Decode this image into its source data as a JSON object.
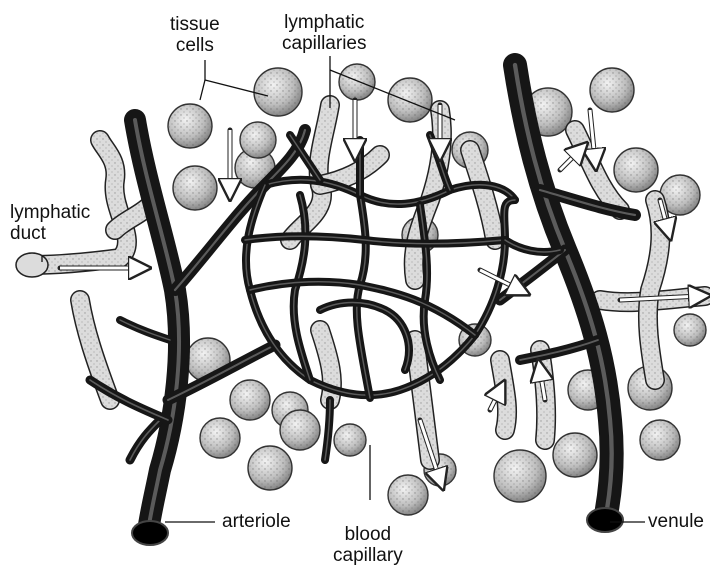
{
  "labels": {
    "tissue_cells": [
      "tissue",
      "cells"
    ],
    "lymphatic_capillaries": [
      "lymphatic",
      "capillaries"
    ],
    "lymphatic_duct": [
      "lymphatic",
      "duct"
    ],
    "arteriole": "arteriole",
    "blood_capillary": [
      "blood",
      "capillary"
    ],
    "venule": "venule"
  },
  "colors": {
    "vessel": "#161616",
    "cell_fill": "#cfcfcf",
    "lymph_fill": "#dcdcdc",
    "ink": "#111111"
  }
}
